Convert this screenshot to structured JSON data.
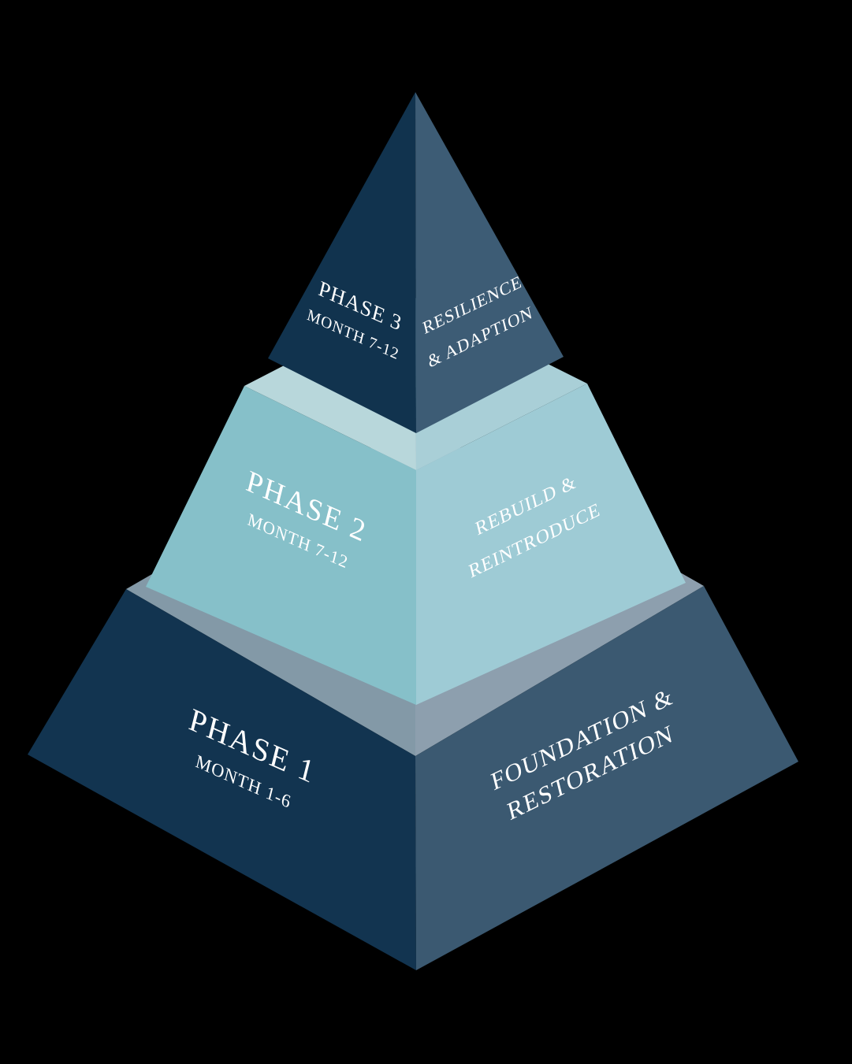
{
  "diagram": {
    "type": "3d-pyramid-phases",
    "background_color": "#000000",
    "text_color": "#ffffff",
    "tiers": [
      {
        "id": "tier1",
        "phase": "PHASE 1",
        "months": "MONTH 1-6",
        "name_line1": "FOUNDATION &",
        "name_line2": "RESTORATION",
        "left_face_color": "#123450",
        "right_face_color": "#3b5971",
        "top_left_color": "#8399a7",
        "top_right_color": "#8d9fae"
      },
      {
        "id": "tier2",
        "phase": "PHASE 2",
        "months": "MONTH 7-12",
        "name_line1": "REBUILD &",
        "name_line2": "REINTRODUCE",
        "left_face_color": "#86c0c9",
        "right_face_color": "#9ecbd5",
        "top_left_color": "#b8d7db",
        "top_right_color": "#a9cfd7"
      },
      {
        "id": "tier3",
        "phase": "PHASE 3",
        "months": "MONTH 7-12",
        "name_line1": "RESILIENCE",
        "name_line2": "& ADAPTION",
        "left_face_color": "#11334e",
        "right_face_color": "#3d5c75"
      }
    ]
  }
}
